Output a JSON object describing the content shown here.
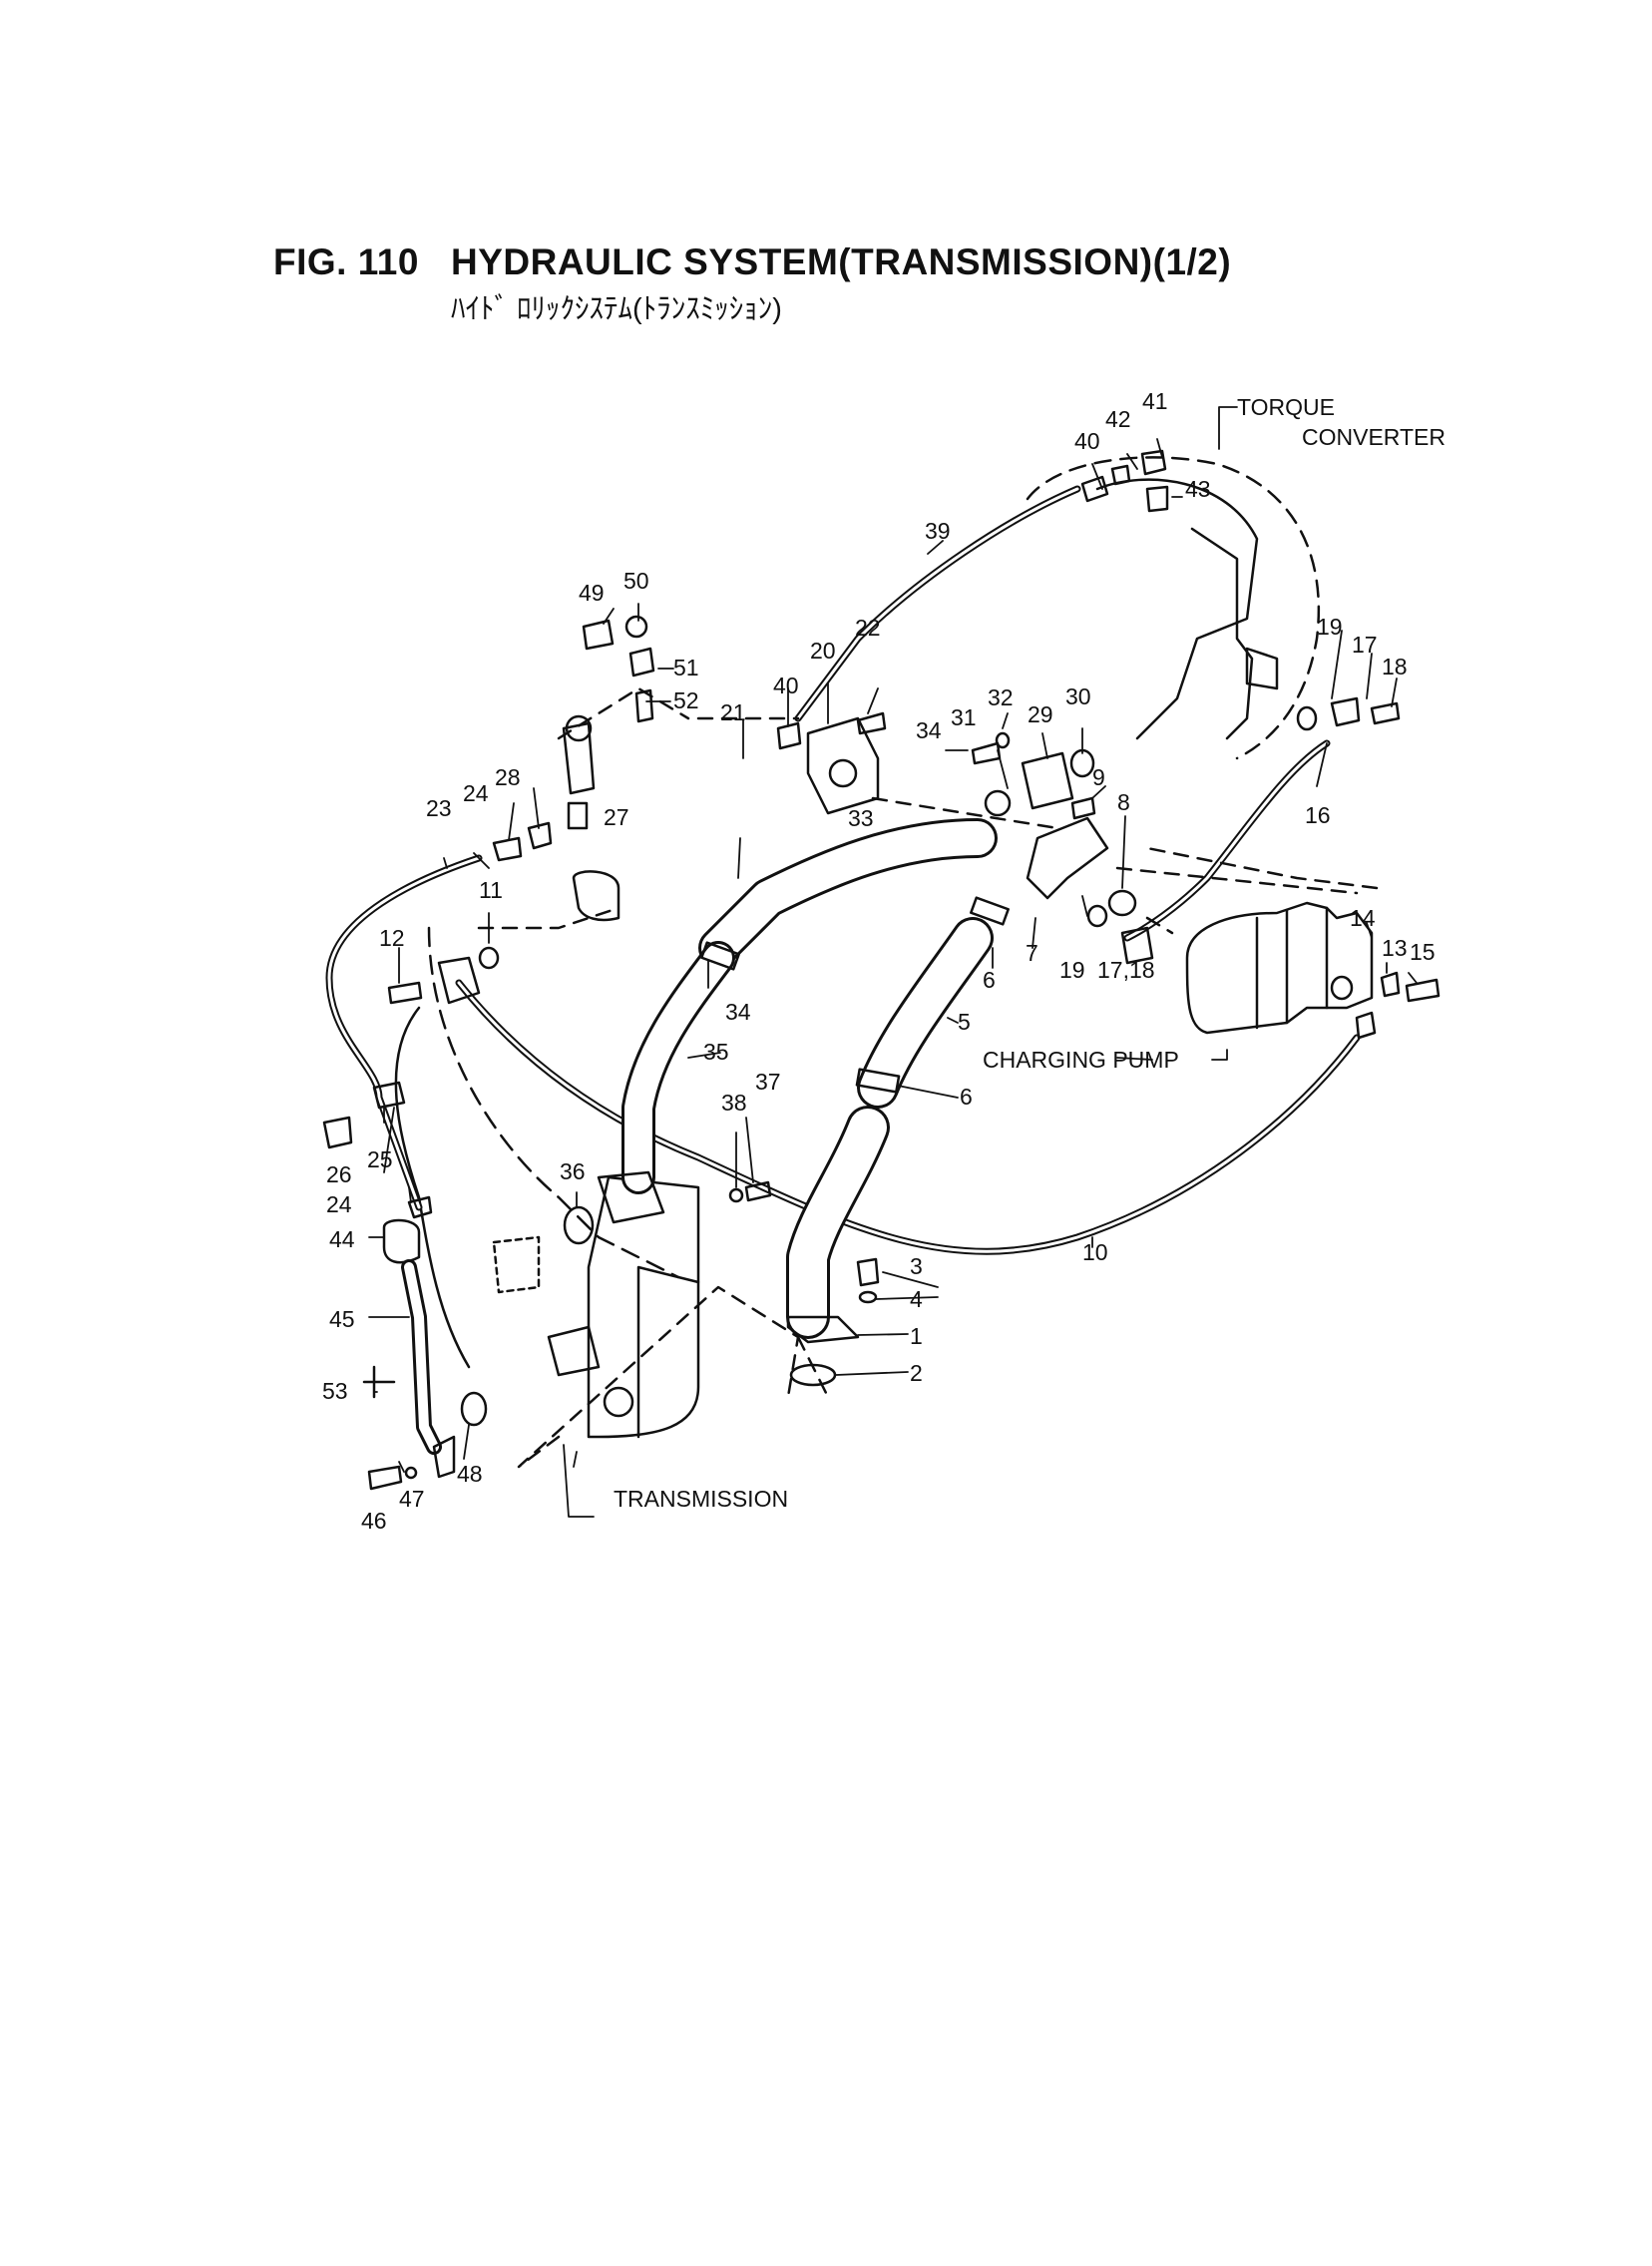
{
  "figure": {
    "number": "FIG. 110",
    "title": "HYDRAULIC SYSTEM(TRANSMISSION)(1/2)",
    "subtitle": "ﾊｲﾄﾞ ﾛﾘｯｸｼｽﾃﾑ(ﾄﾗﾝｽﾐｯｼｮﾝ)"
  },
  "captions": {
    "torque_converter_1": "TORQUE",
    "torque_converter_2": "CONVERTER",
    "charging_pump": "CHARGING PUMP",
    "transmission": "TRANSMISSION"
  },
  "callouts": [
    "1",
    "2",
    "3",
    "4",
    "5",
    "6",
    "6",
    "7",
    "8",
    "9",
    "10",
    "11",
    "12",
    "13",
    "14",
    "15",
    "16",
    "17",
    "17,18",
    "18",
    "19",
    "19",
    "20",
    "21",
    "22",
    "23",
    "24",
    "24",
    "25",
    "26",
    "27",
    "28",
    "29",
    "30",
    "31",
    "32",
    "33",
    "34",
    "34",
    "35",
    "36",
    "37",
    "38",
    "39",
    "40",
    "40",
    "41",
    "42",
    "43",
    "44",
    "45",
    "46",
    "47",
    "48",
    "49",
    "50",
    "51",
    "52",
    "53"
  ]
}
